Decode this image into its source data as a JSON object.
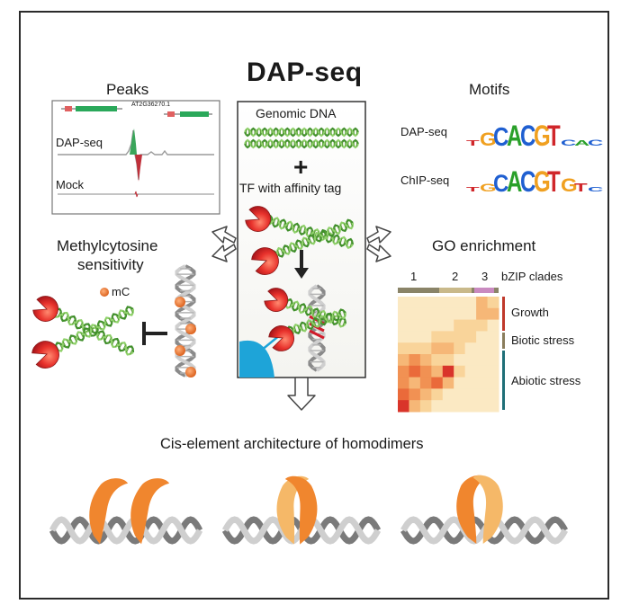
{
  "title": "DAP-seq",
  "peaks": {
    "heading": "Peaks",
    "gene_label": "AT2G36270.1",
    "track_dap": "DAP-seq",
    "track_mock": "Mock"
  },
  "center": {
    "genomic_dna": "Genomic DNA",
    "plus": "+",
    "tf_label": "TF with affinity tag"
  },
  "motifs": {
    "heading": "Motifs",
    "dap_label": "DAP-seq",
    "chip_label": "ChIP-seq",
    "dap_logo": [
      "T",
      "G",
      "C",
      "A",
      "C",
      "G",
      "T",
      "C",
      "A",
      "C"
    ],
    "chip_logo": [
      "T",
      "G",
      "C",
      "A",
      "C",
      "G",
      "T",
      "G",
      "T",
      "C"
    ]
  },
  "methyl": {
    "heading_line1": "Methylcytosine",
    "heading_line2": "sensitivity",
    "mc_label": "mC"
  },
  "go": {
    "heading": "GO enrichment",
    "clade_1": "1",
    "clade_2": "2",
    "clade_3": "3",
    "clades_label": "bZIP clades",
    "growth": "Growth",
    "biotic": "Biotic stress",
    "abiotic": "Abiotic stress"
  },
  "cis": {
    "heading": "Cis-element architecture of homodimers"
  },
  "colors": {
    "tf_red": "#e8322c",
    "dna_green": "#3f8f2a",
    "methyl_orange": "#e8732a",
    "heat_dark": "#d9342a",
    "heat_light": "#fbe9c3",
    "clade1": "#8a8468",
    "clade2": "#c9b98a",
    "clade3": "#c98ac0",
    "growth_bar": "#c0392b",
    "biotic_bar": "#8a7d5c",
    "abiotic_bar": "#1f6f78",
    "homodimer_orange": "#f0862e"
  }
}
